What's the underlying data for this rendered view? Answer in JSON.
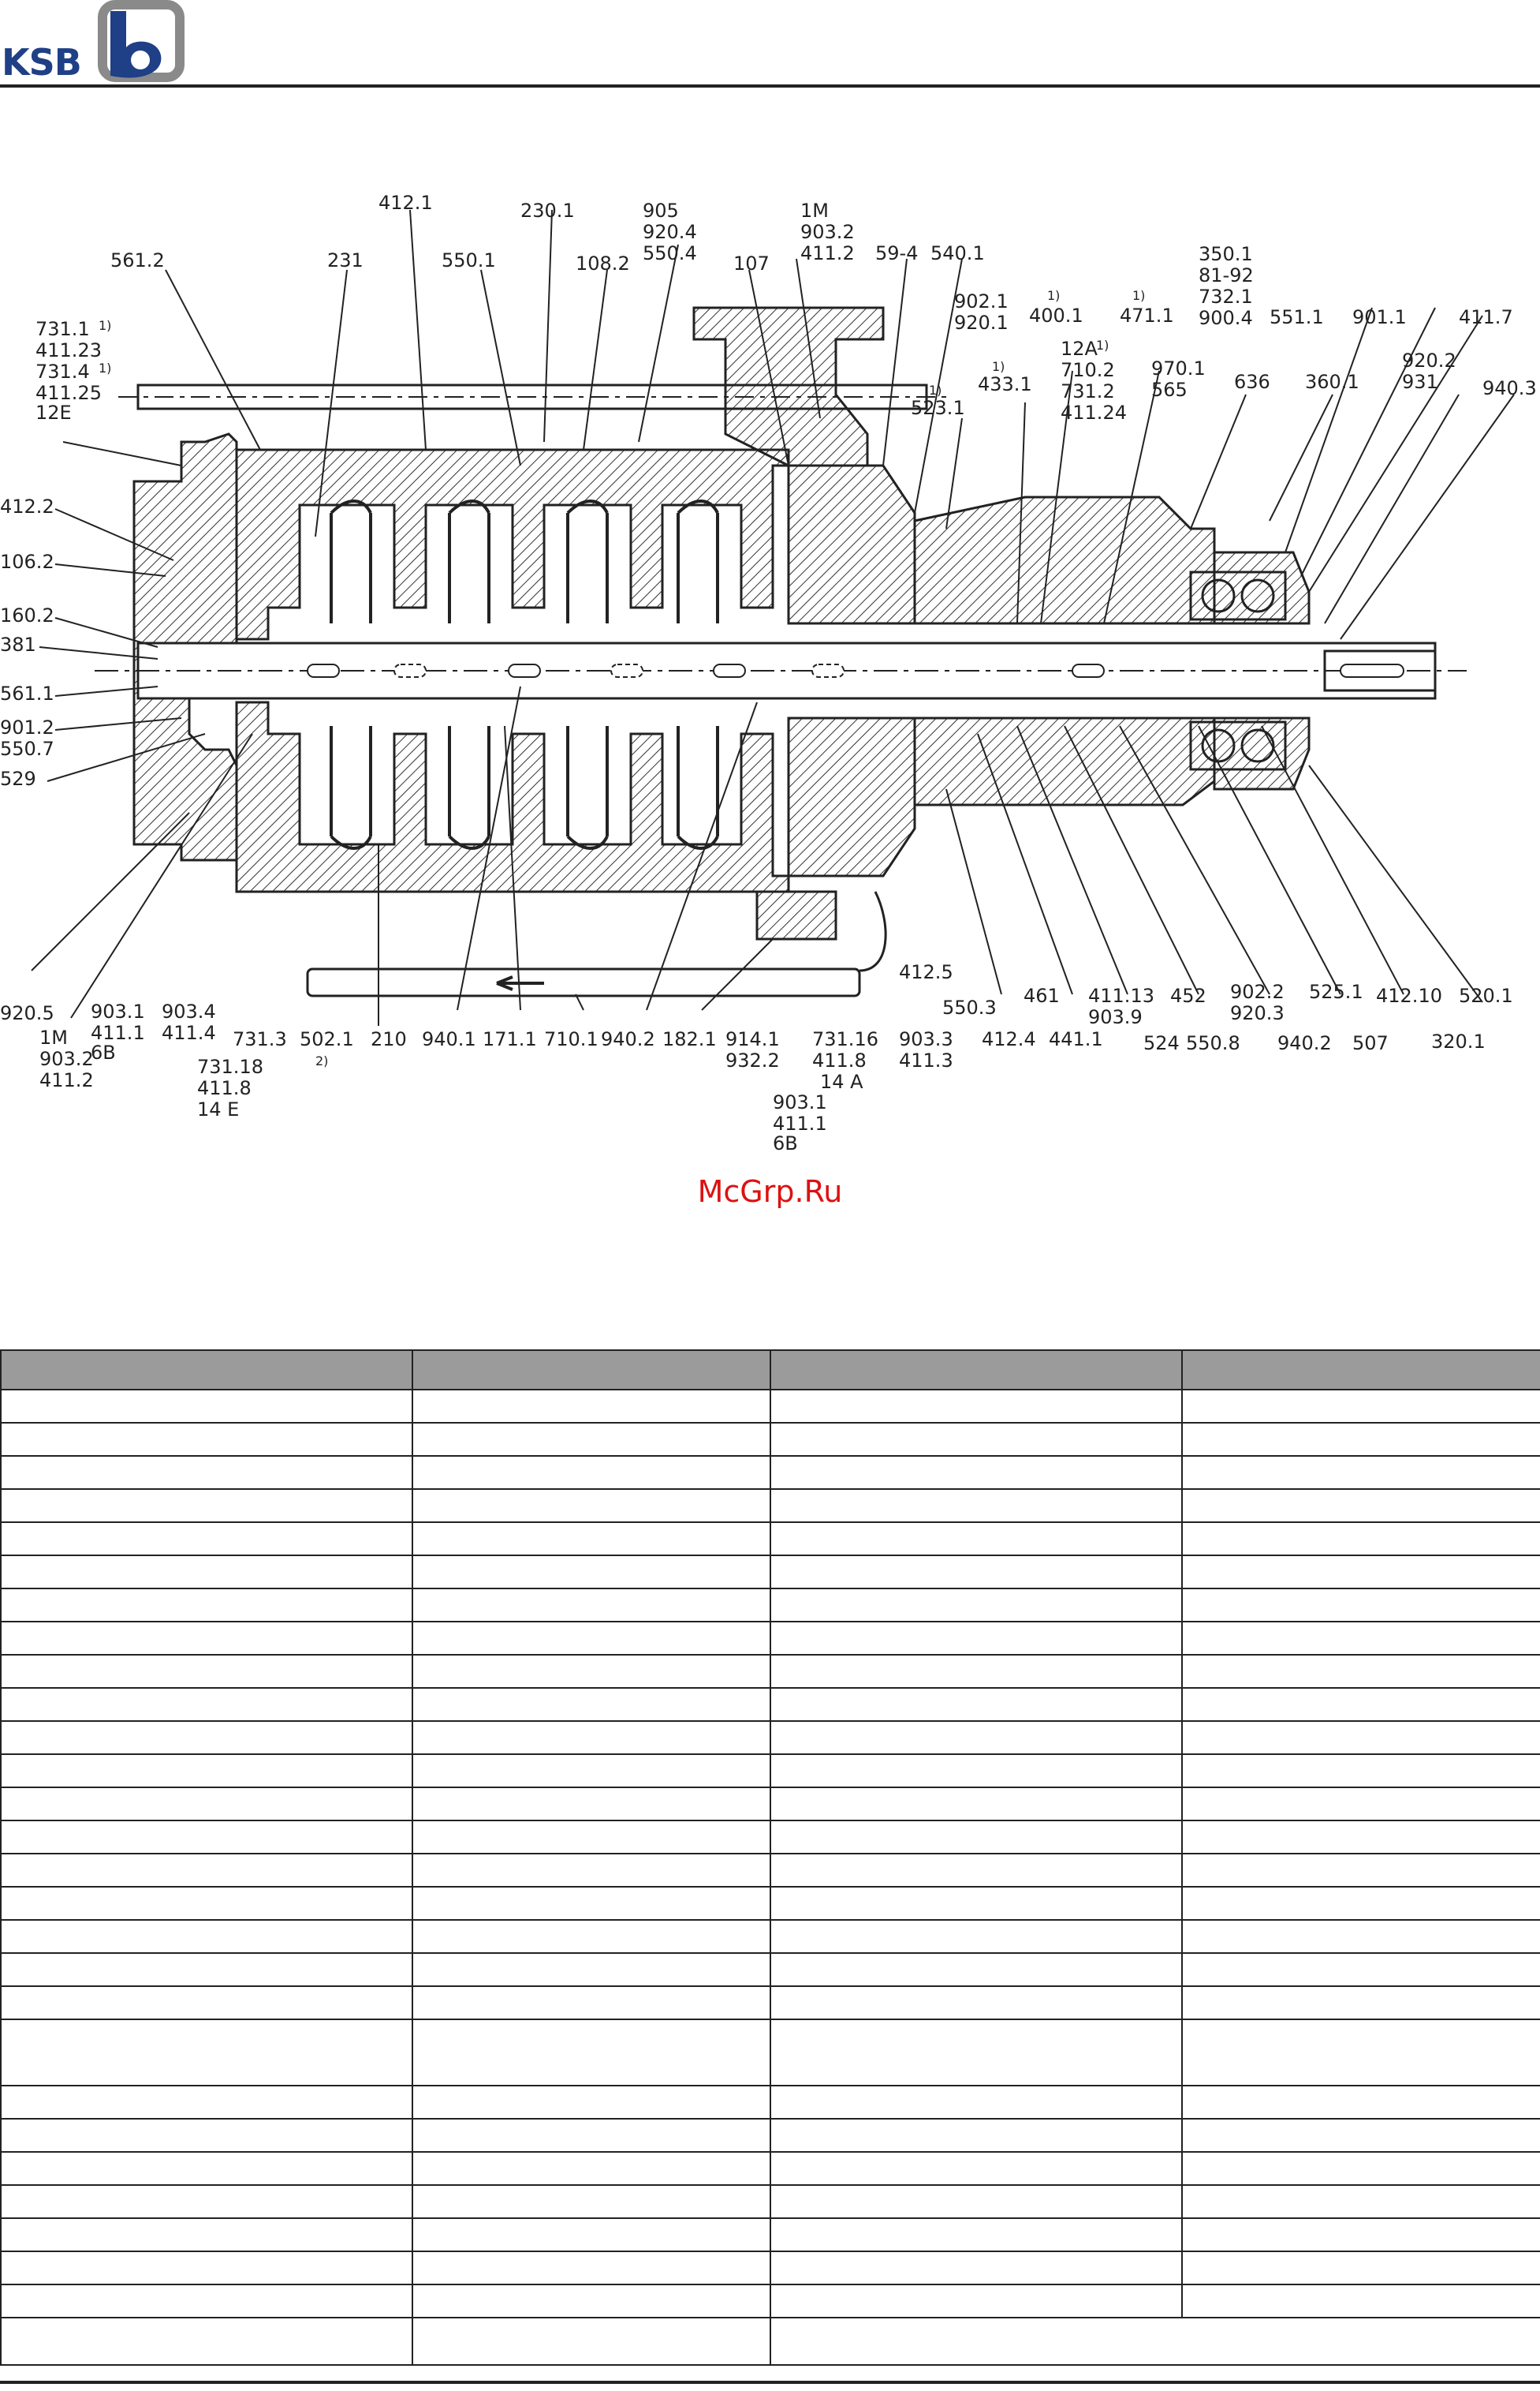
{
  "brand": {
    "name": "KSB",
    "color": "#1f3f86",
    "mark_color": "#8a8a8a"
  },
  "watermark": {
    "text": "McGrp.Ru",
    "color": "#dd1111"
  },
  "drawing": {
    "labels": {
      "l_412_1": "412.1",
      "l_230_1": "230.1",
      "l_905": "905",
      "l_920_4": "920.4",
      "l_550_4": "550.4",
      "l_1M_top": "1M",
      "l_903_2_top": "903.2",
      "l_411_2_top": "411.2",
      "l_59_4": "59-4",
      "l_540_1": "540.1",
      "l_561_2": "561.2",
      "l_231": "231",
      "l_550_1": "550.1",
      "l_108_2": "108.2",
      "l_107": "107",
      "l_902_1": "902.1",
      "l_920_1": "920.1",
      "l_fn_400": "1)",
      "l_400_1": "400.1",
      "l_fn_471": "1)",
      "l_471_1": "471.1",
      "l_350_1": "350.1",
      "l_81_92": "81-92",
      "l_732_1": "732.1",
      "l_900_4": "900.4",
      "l_731_1": "731.1",
      "l_fn_731_1": "1)",
      "l_411_23": "411.23",
      "l_731_4": "731.4",
      "l_fn_731_4": "1)",
      "l_411_25": "411.25",
      "l_12E": "12E",
      "l_12A": "12A",
      "l_fn_12A": "1)",
      "l_710_2": "710.2",
      "l_731_2": "731.2",
      "l_411_24": "411.24",
      "l_fn_433": "1)",
      "l_433_1": "433.1",
      "l_970_1": "970.1",
      "l_565": "565",
      "l_636": "636",
      "l_fn_523": "1)",
      "l_523_1": "523.1",
      "l_551_1": "551.1",
      "l_901_1": "901.1",
      "l_411_7": "411.7",
      "l_920_2": "920.2",
      "l_931": "931",
      "l_360_1": "360.1",
      "l_940_3": "940.3",
      "l_412_2": "412.2",
      "l_106_2": "106.2",
      "l_160_2": "160.2",
      "l_381": "381",
      "l_561_1": "561.1",
      "l_901_2": "901.2",
      "l_550_7": "550.7",
      "l_529": "529",
      "l_920_5": "920.5",
      "l_1M_b": "1M",
      "l_903_2_b": "903.2",
      "l_411_2_b": "411.2",
      "l_903_1_a": "903.1",
      "l_411_1_a": "411.1",
      "l_6B_a": "6B",
      "l_903_4": "903.4",
      "l_411_4": "411.4",
      "l_731_3": "731.3",
      "l_731_18": "731.18",
      "l_411_8_a": "411.8",
      "l_14E": "14  E",
      "l_502_1": "502.1",
      "l_fn_502": "2)",
      "l_210": "210",
      "l_940_1": "940.1",
      "l_171_1": "171.1",
      "l_710_1": "710.1",
      "l_940_2_a": "940.2",
      "l_182_1": "182.1",
      "l_914_1": "914.1",
      "l_932_2": "932.2",
      "l_731_16": "731.16",
      "l_411_8_b": "411.8",
      "l_14A": "14  A",
      "l_903_3": "903.3",
      "l_411_3": "411.3",
      "l_903_1_b": "903.1",
      "l_411_1_b": "411.1",
      "l_6B_b": "6B",
      "l_412_5": "412.5",
      "l_550_3": "550.3",
      "l_412_4": "412.4",
      "l_461": "461",
      "l_441_1": "441.1",
      "l_411_13": "411.13",
      "l_903_9": "903.9",
      "l_524": "524",
      "l_452": "452",
      "l_550_8": "550.8",
      "l_902_2": "902.2",
      "l_920_3": "920.3",
      "l_940_2_b": "940.2",
      "l_525_1": "525.1",
      "l_507": "507",
      "l_412_10": "412.10",
      "l_320_1": "320.1",
      "l_520_1": "520.1"
    }
  },
  "table": {
    "header_color": "#9b9b9b",
    "headers": [
      "",
      "",
      "",
      ""
    ],
    "row_count": 28
  }
}
